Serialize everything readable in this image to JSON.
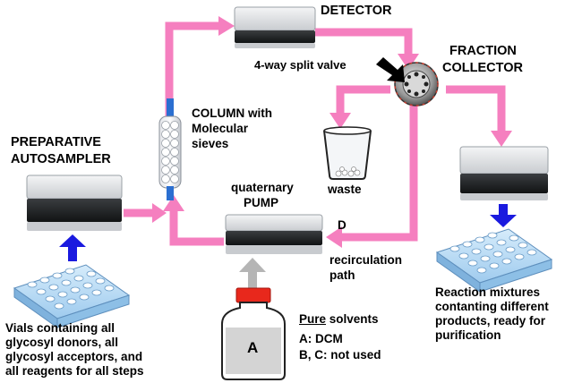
{
  "labels": {
    "detector": "DETECTOR",
    "split_valve": "4-way split valve",
    "fraction_collector_1": "FRACTION",
    "fraction_collector_2": "COLLECTOR",
    "column_1": "COLUMN with",
    "column_2": "Molecular",
    "column_3": "sieves",
    "autosampler_1": "PREPARATIVE",
    "autosampler_2": "AUTOSAMPLER",
    "waste": "waste",
    "pump_1": "quaternary",
    "pump_2": "PUMP",
    "d_marker": "D",
    "recirculation_1": "recirculation",
    "recirculation_2": "path",
    "bottle_letter": "A",
    "solvents_pure": "Pure",
    "solvents_rest": " solvents",
    "solvent_a": "A: DCM",
    "solvent_bc": "B, C: not used",
    "vials_1": "Vials containing all",
    "vials_2": "glycosyl donors, all",
    "vials_3": "glycosyl acceptors, and",
    "vials_4": "all reagents for all steps",
    "reaction_1": "Reaction mixtures",
    "reaction_2": "contanting different",
    "reaction_3": "products, ready for",
    "reaction_4": "purification"
  },
  "colors": {
    "flow_pink": "#f57fbf",
    "arrow_blue": "#1a1adf",
    "arrow_gray": "#b5b5b5",
    "bottle_cap_red": "#e8281c",
    "instrument_gray": "#d9dcdf",
    "instrument_dark": "#222426"
  }
}
